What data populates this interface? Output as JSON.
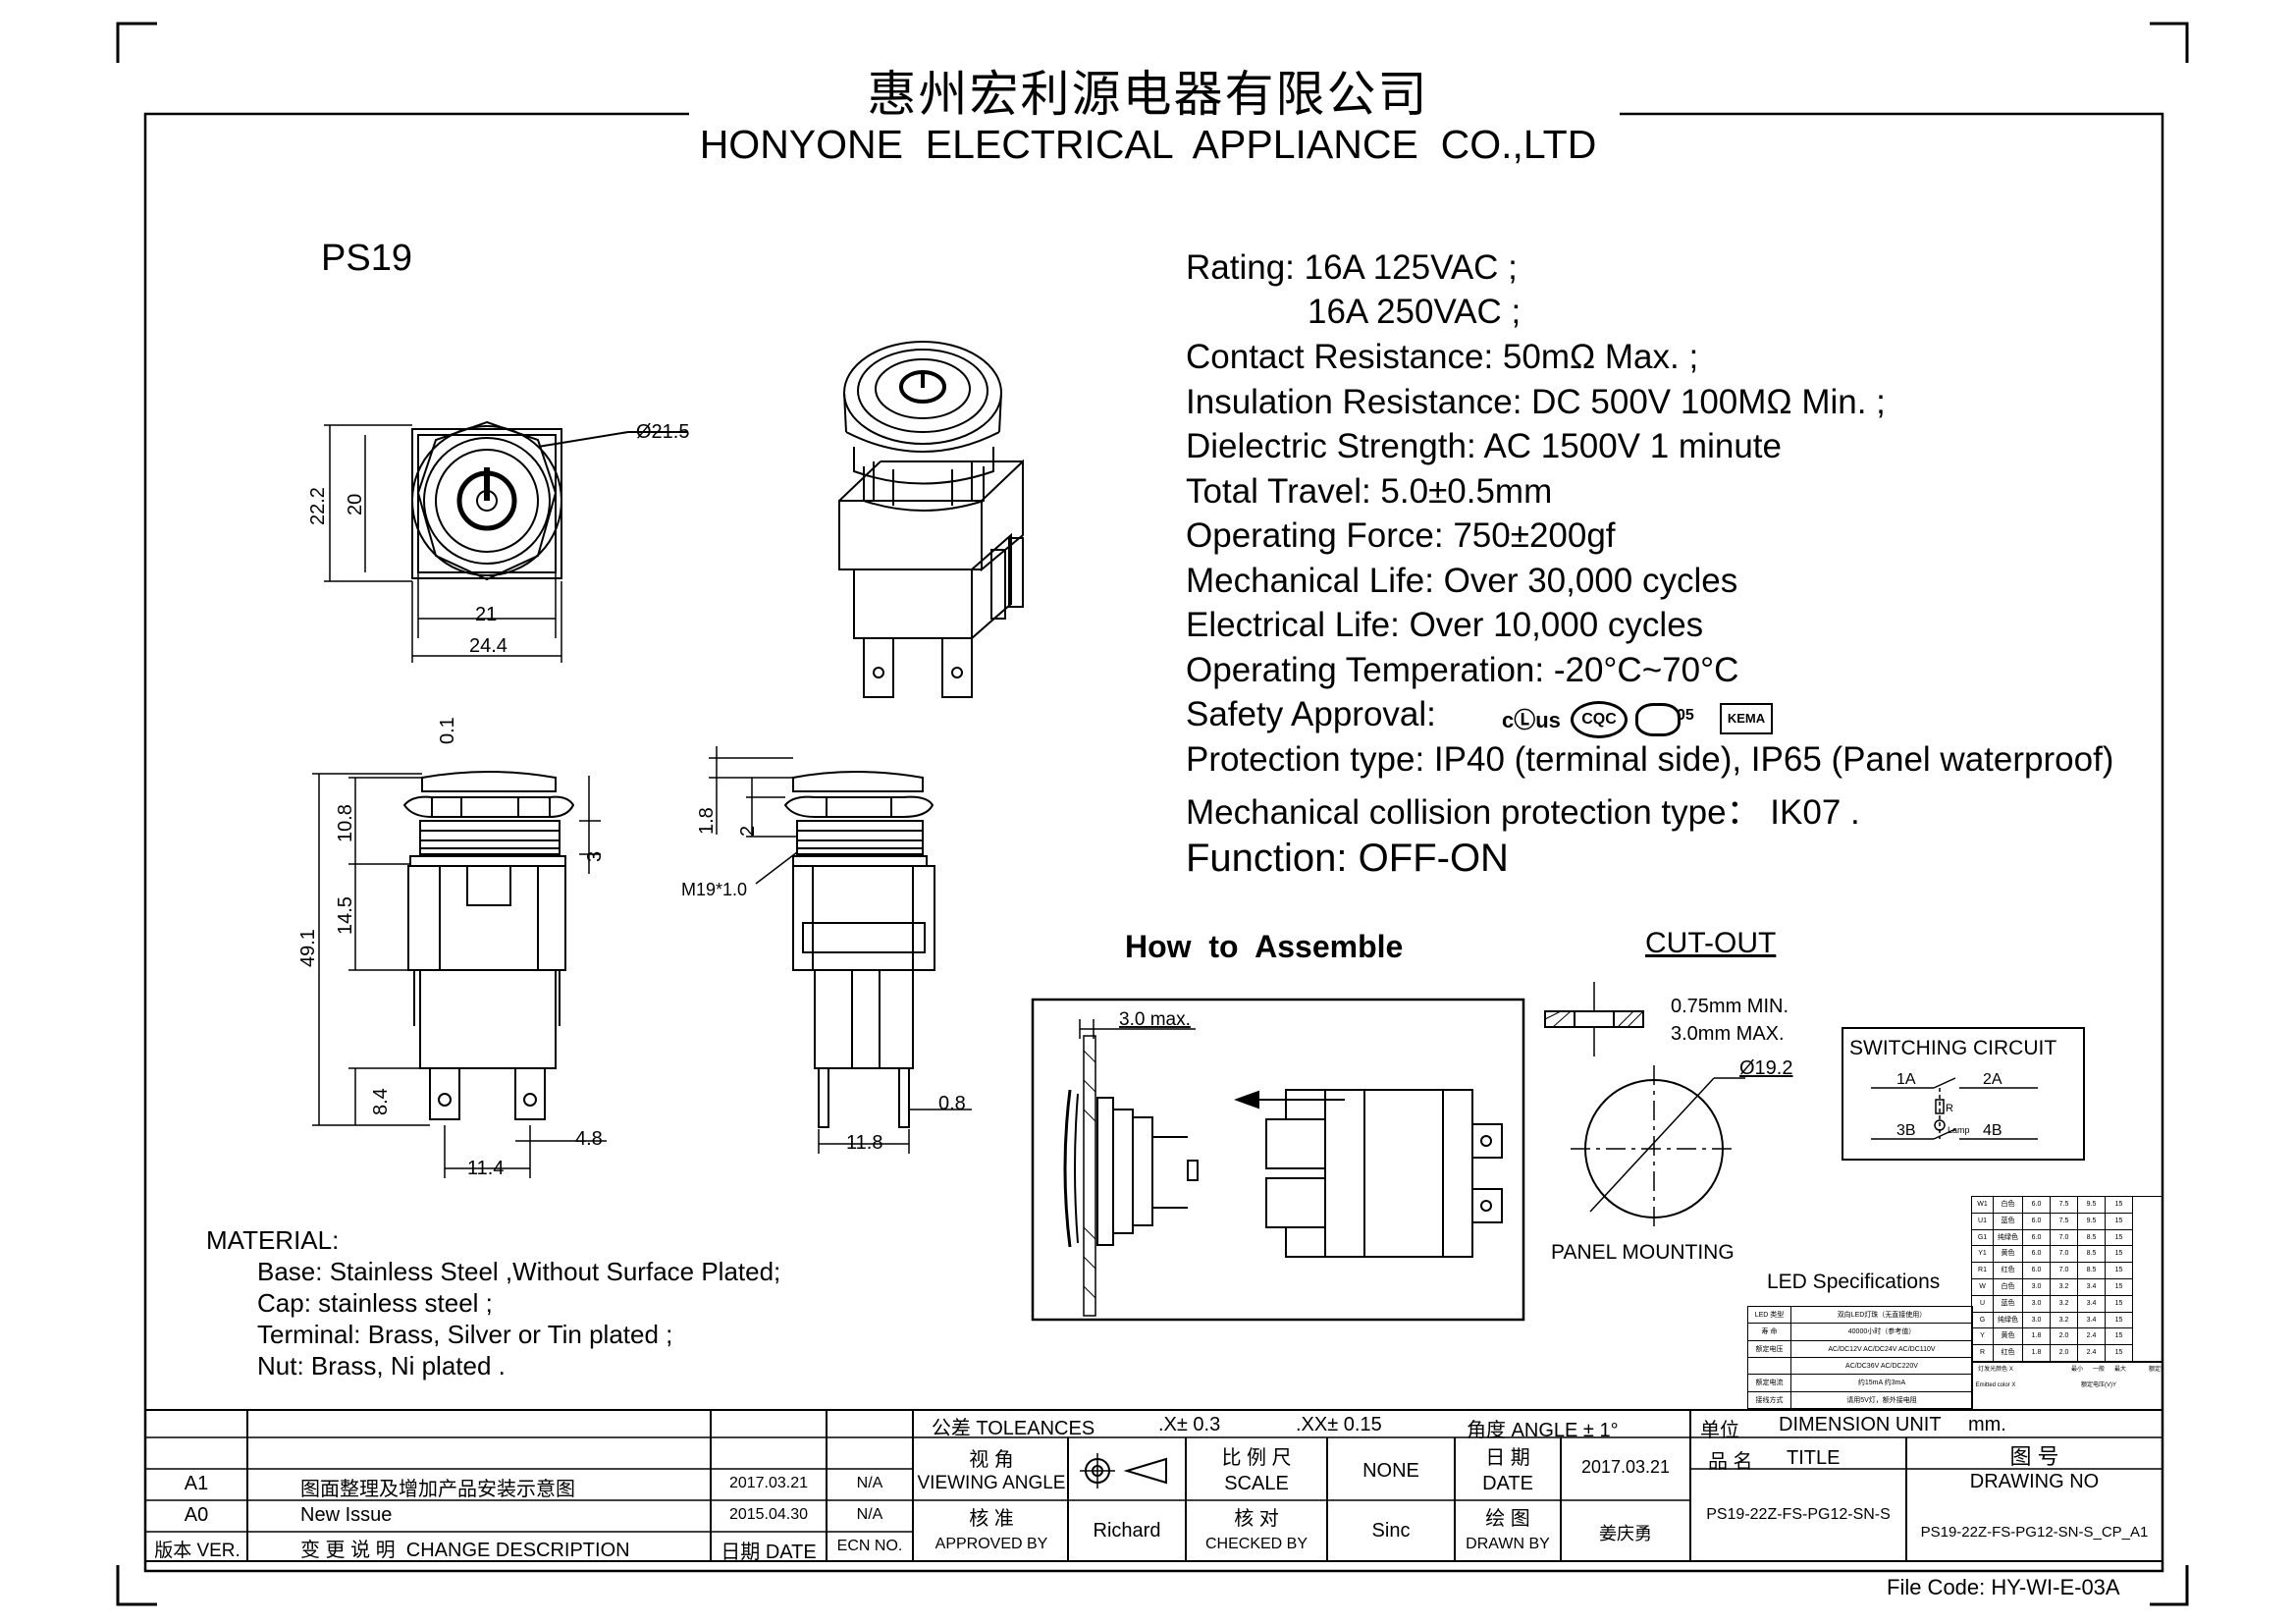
{
  "header": {
    "company_cn": "惠州宏利源电器有限公司",
    "company_en": "HONYONE  ELECTRICAL  APPLIANCE  CO.,LTD"
  },
  "model": "PS19",
  "dimensions": {
    "top_dia": "Ø21.5",
    "top_h_outer": "22.2",
    "top_h_inner": "20",
    "top_w_inner": "21",
    "top_w_outer": "24.4",
    "side_top": "0.1",
    "side_10_8": "10.8",
    "side_3": "3",
    "side_14_5": "14.5",
    "side_49_1": "49.1",
    "side_8_4": "8.4",
    "side_11_4": "11.4",
    "side_4_8": "4.8",
    "right_1_8": "1.8",
    "right_2": "2",
    "right_thread": "M19*1.0",
    "right_0_8": "0.8",
    "right_11_8": "11.8"
  },
  "specs": {
    "rating_1": "Rating: 16A   125VAC ;",
    "rating_2": "16A   250VAC ;",
    "contact": "Contact Resistance: 50mΩ Max. ;",
    "insulation": "Insulation Resistance: DC 500V 100MΩ  Min. ;",
    "dielectric": "Dielectric Strength: AC 1500V 1 minute",
    "travel": "Total Travel: 5.0±0.5mm",
    "force": "Operating Force: 750±200gf",
    "mech_life": "Mechanical Life: Over 30,000 cycles",
    "elec_life": "Electrical Life: Over 10,000 cycles",
    "temp": "Operating Temperation: -20°C~70°C",
    "safety": "Safety Approval:",
    "protection": "Protection type: IP40 (terminal side), IP65 (Panel waterproof)",
    "collision": "Mechanical collision protection type： IK07 .",
    "function": "Function: OFF-ON"
  },
  "approvals": {
    "ul": "cⓁus",
    "cqc": "CQC",
    "ce": "05",
    "kema": "KEMA"
  },
  "assemble": {
    "title": "How  to  Assemble",
    "max_label": "3.0 max."
  },
  "cutout": {
    "title": "CUT-OUT",
    "min": "0.75mm MIN.",
    "max": "3.0mm MAX.",
    "dia": "Ø19.2",
    "caption": "PANEL MOUNTING"
  },
  "switching": {
    "title": "SWITCHING CIRCUIT",
    "t1a": "1A",
    "t2a": "2A",
    "t3b": "3B",
    "t4b": "4B",
    "r": "R",
    "lamp": "Lamp"
  },
  "led": {
    "title": "LED Specifications",
    "colors": [
      {
        "code": "W1",
        "name": "白色",
        "v": [
          "6.0",
          "7.5",
          "9.5",
          "15"
        ]
      },
      {
        "code": "U1",
        "name": "蓝色",
        "v": [
          "6.0",
          "7.5",
          "9.5",
          "15"
        ]
      },
      {
        "code": "G1",
        "name": "纯绿色",
        "v": [
          "6.0",
          "7.0",
          "8.5",
          "15"
        ]
      },
      {
        "code": "Y1",
        "name": "黄色",
        "v": [
          "6.0",
          "7.0",
          "8.5",
          "15"
        ]
      },
      {
        "code": "R1",
        "name": "红色",
        "v": [
          "6.0",
          "7.0",
          "8.5",
          "15"
        ]
      },
      {
        "code": "W",
        "name": "白色",
        "v": [
          "3.0",
          "3.2",
          "3.4",
          "15"
        ]
      },
      {
        "code": "U",
        "name": "蓝色",
        "v": [
          "3.0",
          "3.2",
          "3.4",
          "15"
        ]
      },
      {
        "code": "G",
        "name": "纯绿色",
        "v": [
          "3.0",
          "3.2",
          "3.4",
          "15"
        ]
      },
      {
        "code": "Y",
        "name": "黄色",
        "v": [
          "1.8",
          "2.0",
          "2.4",
          "15"
        ]
      },
      {
        "code": "R",
        "name": "红色",
        "v": [
          "1.8",
          "2.0",
          "2.4",
          "15"
        ]
      }
    ],
    "rows": [
      {
        "k": "LED 类型",
        "v": "双向LED灯珠（无直接使用）"
      },
      {
        "k": "寿 命",
        "v": "40000小时（参考值）"
      },
      {
        "k": "额定电压",
        "v": "AC/DC12V  AC/DC24V  AC/DC110V"
      },
      {
        "k": "",
        "v": "AC/DC36V  AC/DC220V"
      },
      {
        "k": "额定电流",
        "v": "约15mA   约3mA"
      },
      {
        "k": "接线方式",
        "v": "请用5V灯，额外接电阻"
      }
    ],
    "foot": [
      "灯发光颜色 X",
      "Emitted color X",
      "最小",
      "一般",
      "最大",
      "额定电压(V)Y",
      "额定电流(mA)"
    ]
  },
  "material": {
    "title": "MATERIAL:",
    "base": "Base: Stainless Steel ,Without Surface Plated;",
    "cap": "Cap: stainless steel ;",
    "terminal": "Terminal: Brass, Silver or Tin plated ;",
    "nut": "Nut: Brass, Ni plated ."
  },
  "title_block": {
    "tolerances": "公差 TOLEANCES",
    "tol_x": ".X± 0.3",
    "tol_xx": ".XX± 0.15",
    "angle": "角度 ANGLE ± 1°",
    "unit_cn": "单位",
    "unit_en": "DIMENSION UNIT     mm.",
    "view_cn": "视 角",
    "view_en": "VIEWING ANGLE",
    "scale_cn": "比 例 尺",
    "scale_en": "SCALE",
    "scale_val": "NONE",
    "date_cn": "日 期",
    "date_en": "DATE",
    "date_val": "2017.03.21",
    "name_cn": "品 名",
    "title_en": "TITLE",
    "drawing_cn": "图 号",
    "drawing_en": "DRAWING NO",
    "approved_cn": "核 准",
    "approved_en": "APPROVED BY",
    "approved_val": "Richard",
    "checked_cn": "核 对",
    "checked_en": "CHECKED BY",
    "checked_val": "Sinc",
    "drawn_cn": "绘 图",
    "drawn_en": "DRAWN BY",
    "drawn_val": "姜庆勇",
    "title_val": "PS19-22Z-FS-PG12-SN-S",
    "drawing_val": "PS19-22Z-FS-PG12-SN-S_CP_A1",
    "rev_a1": "A1",
    "rev_a1_desc": "图面整理及增加产品安装示意图",
    "rev_a1_date": "2017.03.21",
    "rev_a1_ecn": "N/A",
    "rev_a0": "A0",
    "rev_a0_desc": "New Issue",
    "rev_a0_date": "2015.04.30",
    "rev_a0_ecn": "N/A",
    "ver_label": "版本 VER.",
    "change_label": "变 更 说 明  CHANGE DESCRIPTION",
    "date_label": "日期 DATE",
    "ecn_label": "ECN NO."
  },
  "file_code": "File Code: HY-WI-E-03A"
}
